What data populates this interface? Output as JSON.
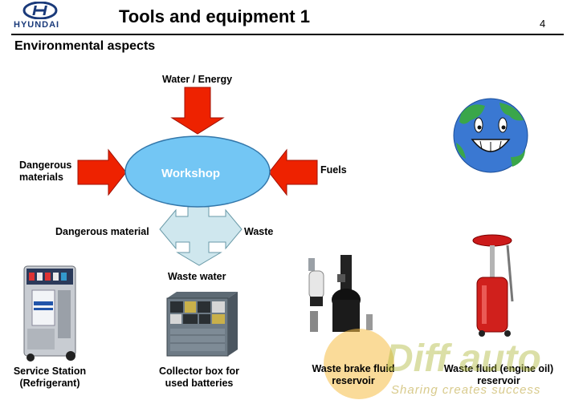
{
  "header": {
    "logo_text": "HYUNDAI",
    "title": "Tools and equipment 1",
    "page_number": "4"
  },
  "section_title": "Environmental aspects",
  "diagram": {
    "center": "Workshop",
    "top_input": "Water / Energy",
    "left_input": "Dangerous materials",
    "right_input": "Fuels",
    "output_left": "Dangerous material",
    "output_right": "Waste",
    "output_bottom": "Waste water"
  },
  "equipment": [
    {
      "label_line1": "Service Station",
      "label_line2": "(Refrigerant)"
    },
    {
      "label_line1": "Collector box for",
      "label_line2": "used batteries"
    },
    {
      "label_line1": "Waste brake fluid",
      "label_line2": "reservoir"
    },
    {
      "label_line1": "Waste fluid (engine oil)",
      "label_line2": "reservoir"
    }
  ],
  "watermark": {
    "main": "Diff auto",
    "tagline": "Sharing creates success"
  },
  "colors": {
    "arrow_red": "#ee2200",
    "ellipse_fill": "#73c6f4",
    "outflow_fill": "#cfe7ee",
    "brand_blue": "#1a3a7a"
  },
  "icons": [
    "hyundai-logo",
    "smiling-earth-icon",
    "service-station-machine",
    "battery-collector-box",
    "brake-fluid-collector",
    "oil-drain-reservoir"
  ]
}
